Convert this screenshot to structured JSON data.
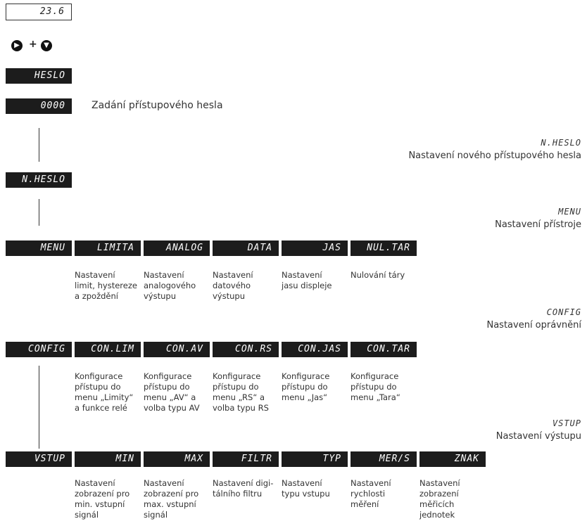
{
  "top_display": "23.6",
  "key_combo": {
    "left_icon": "arrow-right-circle-icon",
    "plus": "+",
    "right_icon": "arrow-down-circle-icon"
  },
  "heslo": {
    "code": "HESLO"
  },
  "pass": {
    "code": "0000",
    "label": "Zadání přístupového hesla"
  },
  "nheslo": {
    "code": "N.HESLO",
    "right_code": "N.HESLO",
    "right_text": "Nastavení nového přístupového hesla"
  },
  "menu_section": {
    "right_code": "MENU",
    "right_text": "Nastavení přístroje",
    "main": "MENU",
    "items": [
      {
        "code": "LIMITA",
        "desc": [
          "Nastavení",
          "limit, hystereze",
          "a zpoždění"
        ]
      },
      {
        "code": "ANALOG",
        "desc": [
          "Nastavení",
          "analogového",
          "výstupu"
        ]
      },
      {
        "code": "DATA",
        "desc": [
          "Nastavení",
          "datového",
          "výstupu"
        ]
      },
      {
        "code": "JAS",
        "desc": [
          "Nastavení",
          "jasu displeje"
        ]
      },
      {
        "code": "NUL.TAR",
        "desc": [
          "Nulování táry"
        ]
      }
    ]
  },
  "config_section": {
    "right_code": "CONFIG",
    "right_text": "Nastavení oprávnění",
    "main": "CONFIG",
    "items": [
      {
        "code": "CON.LIM",
        "desc": [
          "Konfigurace",
          "přístupu do",
          "menu „Limity“",
          "a funkce relé"
        ]
      },
      {
        "code": "CON.AV",
        "desc": [
          "Konfigurace",
          "přístupu do",
          "menu „AV“ a",
          "volba typu AV"
        ]
      },
      {
        "code": "CON.RS",
        "desc": [
          "Konfigurace",
          "přístupu do",
          "menu „RS“ a",
          "volba typu RS"
        ]
      },
      {
        "code": "CON.JAS",
        "desc": [
          "Konfigurace",
          "přístupu do",
          "menu „Jas“"
        ]
      },
      {
        "code": "CON.TAR",
        "desc": [
          "Konfigurace",
          "přístupu do",
          "menu „Tara“"
        ]
      }
    ]
  },
  "vstup_section": {
    "right_code": "VSTUP",
    "right_text": "Nastavení výstupu",
    "main": "VSTUP",
    "items": [
      {
        "code": "MIN",
        "desc": [
          "Nastavení",
          "zobrazení pro",
          "min. vstupní",
          "signál"
        ]
      },
      {
        "code": "MAX",
        "desc": [
          "Nastavení",
          "zobrazení pro",
          "max. vstupní",
          "signál"
        ]
      },
      {
        "code": "FILTR",
        "desc": [
          "Nastavení digi-",
          "tálního filtru"
        ]
      },
      {
        "code": "TYP",
        "desc": [
          "Nastavení",
          "typu vstupu"
        ]
      },
      {
        "code": "MER/S",
        "desc": [
          "Nastavení",
          "rychlosti",
          "měření"
        ]
      },
      {
        "code": "ZNAK",
        "desc": [
          "Nastavení",
          "zobrazení",
          "měřicích",
          "jednotek"
        ]
      }
    ]
  }
}
